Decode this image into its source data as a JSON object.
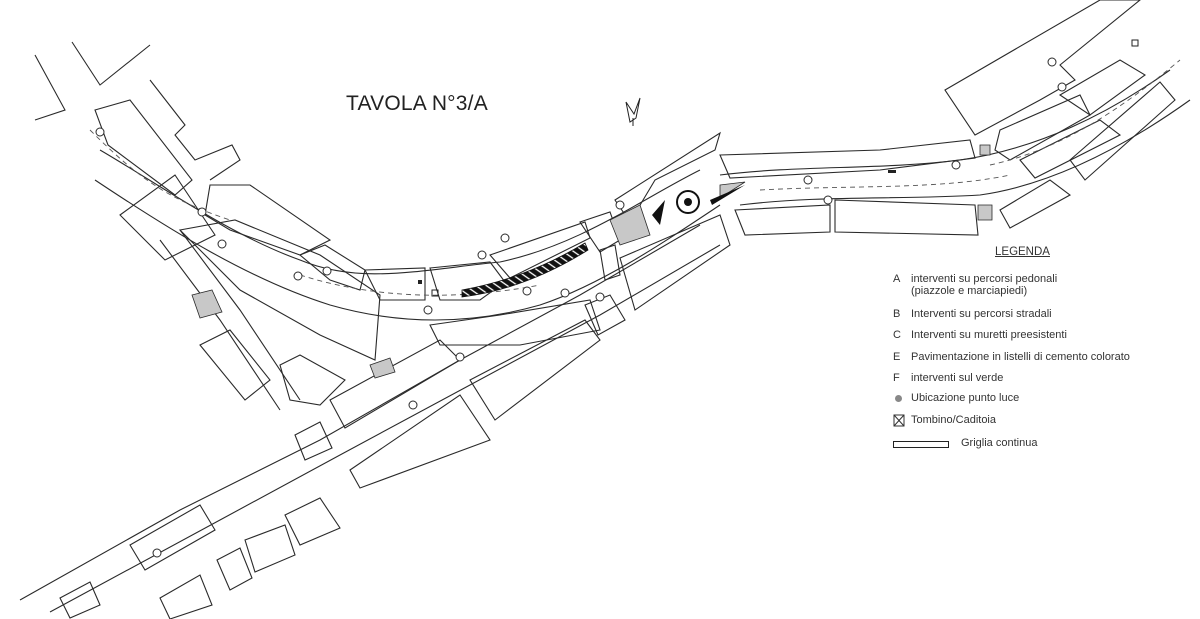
{
  "drawing": {
    "title": "TAVOLA N°3/A"
  },
  "legend": {
    "heading": "LEGENDA",
    "items": [
      {
        "key": "A",
        "text": "interventi su percorsi pedonali",
        "text2": "(piazzole e marciapiedi)"
      },
      {
        "key": "B",
        "text": "Interventi su percorsi stradali"
      },
      {
        "key": "C",
        "text": "Interventi su muretti preesistenti"
      },
      {
        "key": "E",
        "text": "Pavimentazione in listelli di cemento colorato"
      },
      {
        "key": "F",
        "text": "interventi sul verde"
      },
      {
        "symbol": "light-point-icon",
        "text": "Ubicazione punto luce"
      },
      {
        "symbol": "manhole-icon",
        "text": "Tombino/Caditoia"
      },
      {
        "symbol": "continuous-grate-icon",
        "text": "Griglia continua"
      }
    ]
  },
  "colors": {
    "line": "#2a2a2a",
    "paving": "#c8c8c8",
    "pattern": "#111111",
    "background": "#ffffff"
  }
}
